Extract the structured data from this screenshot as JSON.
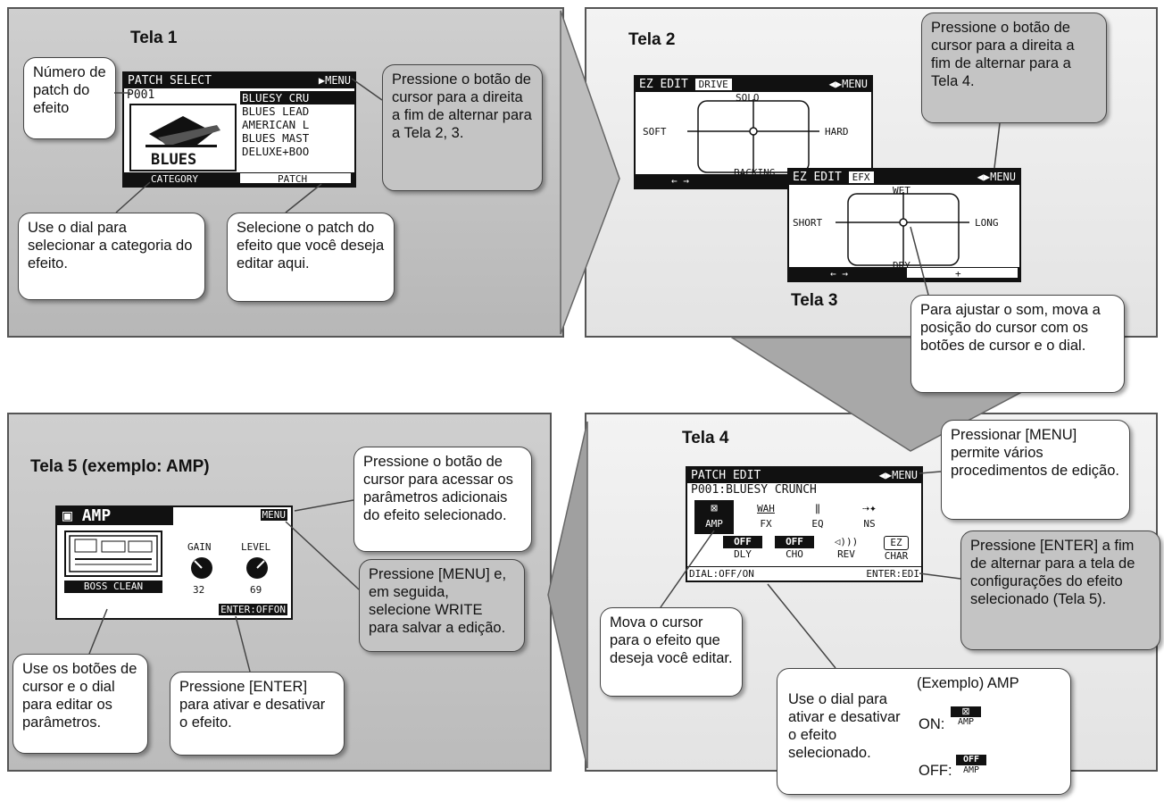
{
  "tela1": {
    "title": "Tela 1",
    "lcd": {
      "header": "PATCH SELECT",
      "menu": "MENU",
      "patch_number": "P001",
      "category_image_text": "BLUES",
      "patch_list": [
        "BLUESY CRU",
        "BLUES LEAD",
        "AMERICAN L",
        "BLUES MAST",
        "DELUXE+BOO"
      ],
      "footer_left": "CATEGORY",
      "footer_right": "PATCH"
    },
    "callouts": {
      "patch_number": "Número de patch do efeito",
      "cursor_right": "Pressione o botão de cursor para a direita a fim de alternar para a Tela 2, 3.",
      "dial_category": "Use o dial para selecionar a categoria do efeito.",
      "select_patch": "Selecione o patch do efeito que você deseja editar aqui."
    }
  },
  "tela2": {
    "title": "Tela 2",
    "lcd": {
      "header": "EZ EDIT",
      "tab": "DRIVE",
      "menu": "MENU",
      "top": "SOLO",
      "left": "SOFT",
      "right": "HARD",
      "bottom": "BACKING",
      "footer": "← →"
    },
    "callouts": {
      "cursor_right": "Pressione o botão de cursor para a direita a fim de alternar para a Tela 4."
    }
  },
  "tela3": {
    "title": "Tela 3",
    "lcd": {
      "header": "EZ EDIT",
      "tab": "EFX",
      "menu": "MENU",
      "top": "WET",
      "left": "SHORT",
      "right": "LONG",
      "bottom": "DRY",
      "footer_left": "← →",
      "footer_right": "+"
    },
    "callouts": {
      "adjust": "Para ajustar o som, mova a posição do cursor com os botões de cursor e o dial."
    }
  },
  "tela4": {
    "title": "Tela 4",
    "lcd": {
      "header": "PATCH EDIT",
      "menu": "MENU",
      "patch": "P001:BLUESY CRUNCH",
      "effects_row1": [
        {
          "icon": "amp-icon",
          "label": "AMP"
        },
        {
          "icon": "WAH",
          "label": "FX"
        },
        {
          "icon": "eq-icon",
          "label": "EQ"
        },
        {
          "icon": "ns-icon",
          "label": "NS"
        }
      ],
      "effects_row2": [
        {
          "icon": "OFF",
          "label": "DLY"
        },
        {
          "icon": "OFF",
          "label": "CHO"
        },
        {
          "icon": "rev-icon",
          "label": "REV"
        },
        {
          "icon": "EZ",
          "label": "CHAR"
        }
      ],
      "footer_left": "DIAL:OFF/ON",
      "footer_right": "ENTER:EDI"
    },
    "callouts": {
      "menu": "Pressionar [MENU] permite vários procedimentos de edição.",
      "enter": "Pressione [ENTER] a fim de alternar para a tela de configurações do efeito selecionado (Tela 5).",
      "move_cursor": "Mova o cursor para o efeito que deseja você editar.",
      "dial_onoff": "Use o dial para ativar e desativar o efeito selecionado.",
      "example_title": "(Exemplo) AMP",
      "on_label": "ON:",
      "off_label": "OFF:",
      "off_icon_text": "OFF",
      "amp_text": "AMP"
    }
  },
  "tela5": {
    "title": "Tela 5 (exemplo: AMP)",
    "lcd": {
      "header": "AMP",
      "menu": "MENU",
      "gain_label": "GAIN",
      "level_label": "LEVEL",
      "gain_value": "32",
      "level_value": "69",
      "amp_type": "BOSS CLEAN",
      "footer": "ENTER:OFFON"
    },
    "callouts": {
      "cursor_params": "Pressione o botão de cursor para acessar os parâmetros adicionais do efeito selecionado.",
      "menu_write": "Pressione [MENU] e, em seguida, selecione WRITE para salvar a edição.",
      "cursor_dial": "Use os botões de cursor e o dial para editar os parâmetros.",
      "enter_onoff": "Pressione [ENTER] para ativar e desativar o efeito."
    }
  }
}
